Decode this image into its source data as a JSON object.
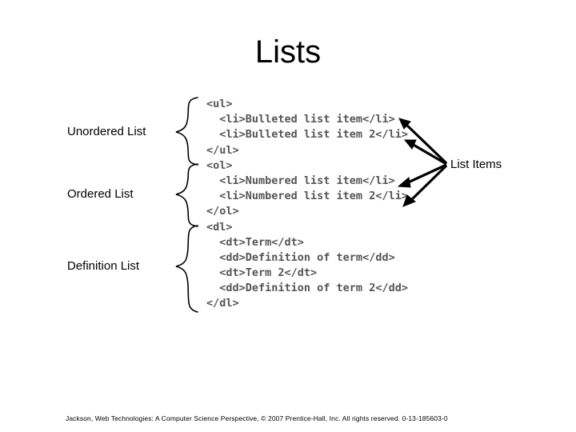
{
  "slide": {
    "title": "Lists",
    "background_color": "#ffffff"
  },
  "labels": {
    "unordered": "Unordered List",
    "ordered": "Ordered List",
    "definition": "Definition List",
    "list_items": "List Items"
  },
  "code": {
    "color": "#555555",
    "lines": [
      "<ul>",
      "  <li>Bulleted list item</li>",
      "  <li>Bulleted list item 2</li>",
      "</ul>",
      "<ol>",
      "  <li>Numbered list item</li>",
      "  <li>Numbered list item 2</li>",
      "</ol>",
      "<dl>",
      "  <dt>Term</dt>",
      "  <dd>Definition of term</dd>",
      "  <dt>Term 2</dt>",
      "  <dd>Definition of term 2</dd>",
      "</dl>"
    ]
  },
  "footer": {
    "credit": "Jackson, Web Technologies: A Computer Science Perspective, © 2007 Prentice-Hall, Inc. All rights reserved. 0-13-185603-0"
  },
  "annotation_colors": {
    "brace": "#000000",
    "arrow": "#000000"
  }
}
